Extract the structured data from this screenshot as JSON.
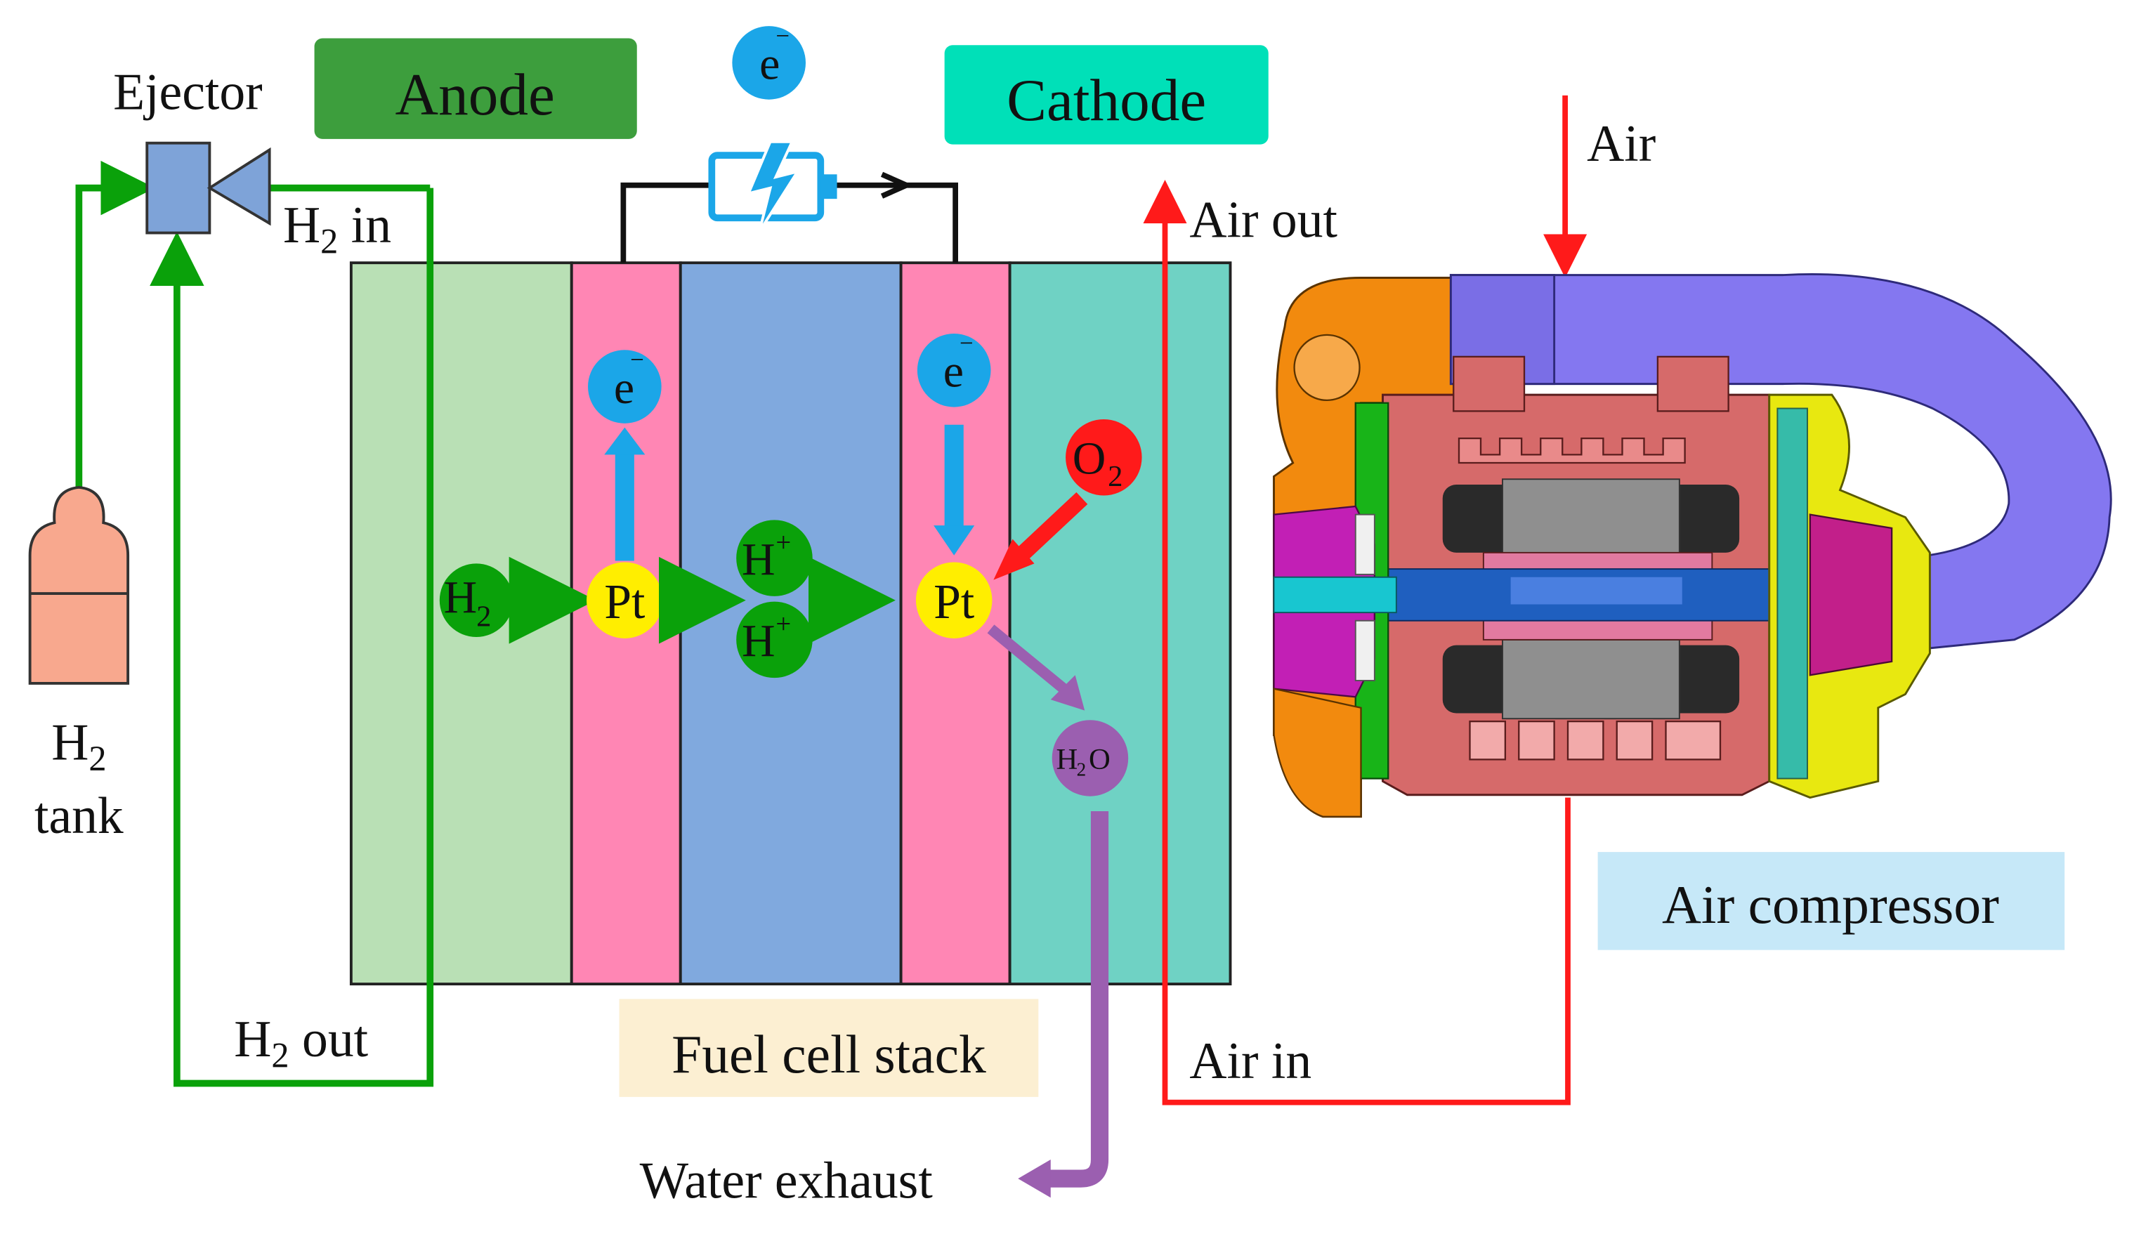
{
  "labels": {
    "ejector": "Ejector",
    "anode": "Anode",
    "cathode": "Cathode",
    "electron": "e",
    "electron_sup": "−",
    "h2_in_main": "H",
    "h2_in_sub": "2",
    "h2_in_rest": " in",
    "h2_out_main": "H",
    "h2_out_sub": "2",
    "h2_out_rest": " out",
    "h2_tank_main": "H",
    "h2_tank_sub": "2",
    "h2_tank_word": "tank",
    "air": "Air",
    "air_out": "Air out",
    "air_in": "Air in",
    "air_compressor": "Air compressor",
    "fuel_cell_stack": "Fuel cell stack",
    "water_exhaust": "Water exhaust",
    "h2": "H",
    "h2_sub": "2",
    "pt": "Pt",
    "h_plus": "H",
    "h_plus_sup": "+",
    "o2": "O",
    "o2_sub": "2",
    "h2o_h": "H",
    "h2o_sub": "2",
    "h2o_o": "O"
  },
  "colors": {
    "anode_box": "#3d9e3d",
    "cathode_box": "#00e0b8",
    "anode_gdl": "#b9e0b5",
    "catalyst_layer": "#ff86b4",
    "membrane": "#80a9de",
    "cathode_gdl": "#6fd2c4",
    "hydrogen_line": "#0aa10a",
    "air_line": "#ff1a1a",
    "electron": "#1ba6e8",
    "platinum": "#ffee00",
    "oxygen": "#ff1a1a",
    "water": "#9b5fb0",
    "tank": "#f8a88e",
    "ejector": "#7ea3d8",
    "fuel_cell_label_bg": "#fcefd2",
    "air_compressor_label_bg": "#c6e8f8"
  }
}
